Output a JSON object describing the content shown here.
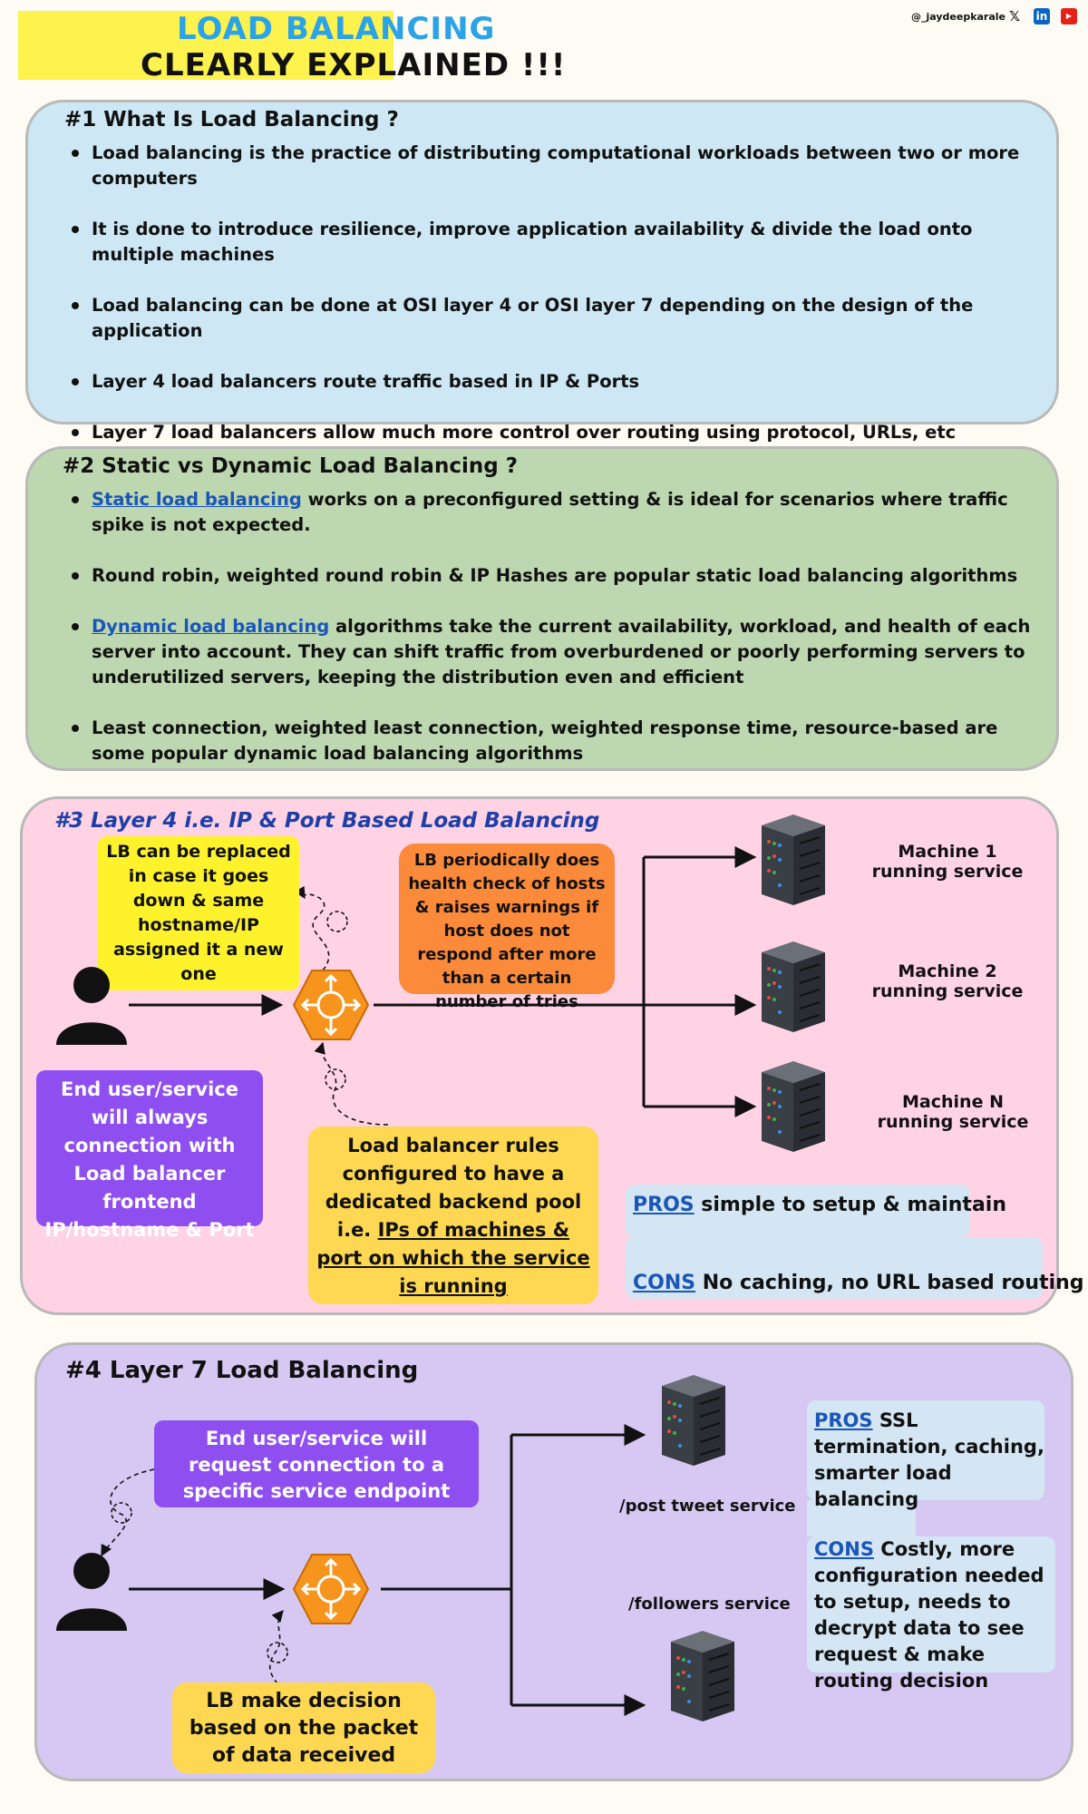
{
  "header": {
    "title_line1": "LOAD BALANCING",
    "title_line2": "CLEARLY EXPLAINED !!!",
    "handle": "@_jaydeepkarale",
    "x_icon": "𝕏",
    "linkedin_icon": "in",
    "youtube_icon": "▶"
  },
  "section1": {
    "title": "#1 What Is Load Balancing ?",
    "bullets": [
      "Load balancing is the practice of distributing computational workloads between two or more computers",
      "It is done to introduce resilience, improve application availability & divide the load onto multiple machines",
      "Load balancing can be done at OSI layer 4 or OSI layer 7 depending on the design of the application",
      "Layer 4 load balancers route traffic based in IP & Ports",
      "Layer 7 load balancers allow much more control over routing using protocol, URLs, etc"
    ]
  },
  "section2": {
    "title": "#2 Static vs Dynamic Load Balancing ?",
    "b1_link": "Static load balancing",
    "b1_text": " works on a preconfigured setting & is ideal for scenarios where traffic spike is not expected.",
    "b2_text": "Round robin, weighted round robin & IP Hashes are popular static load balancing algorithms",
    "b3_link": "Dynamic load balancing",
    "b3_text": " algorithms take the current availability, workload, and health of each server into account. They can shift traffic from overburdened or poorly performing servers to underutilized servers, keeping the distribution even and efficient",
    "b4_text": "Least connection, weighted least connection, weighted response time, resource-based are some popular dynamic load balancing algorithms"
  },
  "section3": {
    "title": "#3 Layer 4  i.e. IP & Port Based Load Balancing",
    "lb_replace": "LB can be replaced in case it goes down & same hostname/IP assigned it a new one",
    "health_check": "LB periodically does health check of hosts & raises warnings if host does not respond after more than a certain number of tries",
    "machine1": "Machine 1 running service",
    "machine2": "Machine 2 running service",
    "machineN": "Machine N running service",
    "end_user": "End user/service will always connection with Load balancer frontend IP/hostname & Port",
    "rules_prefix": "Load balancer rules configured to have a dedicated backend pool i.e. ",
    "rules_underlined": "IPs of machines & port on which the service is running",
    "pros_label": "PROS",
    "pros_text": " simple to setup & maintain",
    "cons_label": "CONS",
    "cons_text": " No caching, no URL based routing"
  },
  "section4": {
    "title": "#4 Layer 7 Load Balancing",
    "end_user": "End user/service will request connection to a specific service endpoint",
    "post_tweet": "/post tweet service",
    "followers": "/followers service",
    "lb_decision": "LB make decision based on the packet of data received",
    "pros_label": "PROS",
    "pros_text": " SSL termination, caching, smarter load balancing",
    "cons_label": "CONS",
    "cons_text": " Costly, more configuration needed to setup, needs to decrypt data to see request & make routing decision"
  },
  "colors": {
    "title_blue": "#2aa3e8",
    "highlight_yellow": "#fdf24e",
    "panel1": "#cde8f4",
    "panel2": "#bdd7b0",
    "panel3": "#ffd3e4",
    "panel4": "#d6c8f2",
    "lb_orange": "#f7941d",
    "link_blue": "#1a55b8",
    "callout_purple": "#8f4ef0"
  }
}
